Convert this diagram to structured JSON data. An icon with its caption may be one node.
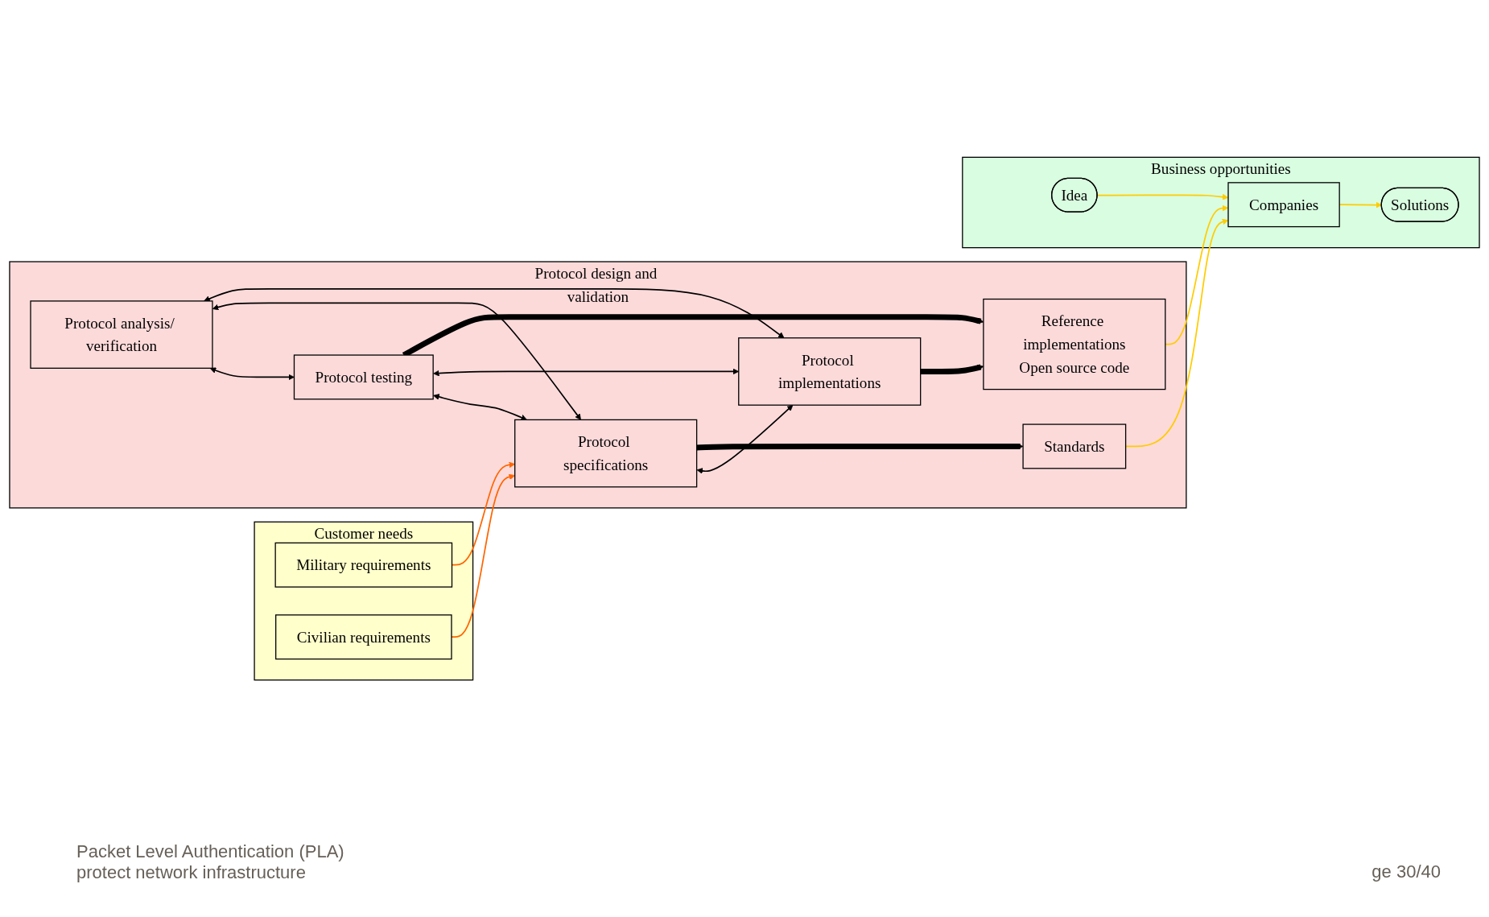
{
  "diagram": {
    "nodes": [
      {
        "text": [
          "Customer needs"
        ]
      },
      {
        "text": [
          "Military requirements"
        ],
        "in": 0
      },
      {
        "text": [
          "Civilian requirements"
        ],
        "in": 0
      },
      {
        "text": [
          "Protocol design and validation"
        ]
      },
      {
        "text": [
          "Protocol analysis/ verification"
        ],
        "in": 3
      },
      {
        "text": [
          "Protocol testing"
        ],
        "in": 3
      },
      {
        "text": [
          "Protocol specifications"
        ],
        "in": 3
      },
      {
        "text": [
          "Protocol implementations"
        ],
        "in": 3
      },
      {
        "text": [
          "Reference implementations",
          "Open source code"
        ],
        "in": 3
      },
      {
        "text": [
          "Standards"
        ],
        "in": 3
      },
      {
        "text": [
          "Business opportunities"
        ]
      },
      {
        "text": [
          "Idea"
        ],
        "in": 10
      },
      {
        "text": [
          "Companies"
        ],
        "in": 10
      },
      {
        "text": [
          "Solutions"
        ],
        "in": 10
      }
    ],
    "edges": [
      {
        "from": 1,
        "to": 6,
        "arrow": "to",
        "color": "#ff6600"
      },
      {
        "from": 2,
        "to": 6,
        "arrow": "to",
        "color": "#ff6600"
      },
      {
        "from": 4,
        "to": 5,
        "arrow": "both"
      },
      {
        "from": 4,
        "to": 6,
        "arrow": "both"
      },
      {
        "from": 5,
        "to": 6,
        "arrow": "both"
      },
      {
        "from": 4,
        "to": 7,
        "arrow": "both"
      },
      {
        "from": 5,
        "to": 7,
        "arrow": "both"
      },
      {
        "from": 6,
        "to": 7,
        "arrow": "both"
      },
      {
        "from": 5,
        "to": 8,
        "arrow": "to",
        "style": "thick"
      },
      {
        "from": 7,
        "to": 8,
        "arrow": "to",
        "style": "thick"
      },
      {
        "from": 6,
        "to": 9,
        "arrow": "to",
        "style": "thick"
      },
      {
        "from": 8,
        "to": 12,
        "arrow": "to",
        "color": "#ffcc00"
      },
      {
        "from": 9,
        "to": 12,
        "arrow": "to",
        "color": "#ffcc00"
      },
      {
        "from": 11,
        "to": 12,
        "arrow": "to",
        "color": "#ffcc00"
      },
      {
        "from": 12,
        "to": 13,
        "arrow": "to",
        "color": "#ffcc00"
      }
    ],
    "labels": [
      "Packet Level Authentication (PLA)",
      "protect network infrastructure",
      "ge 30/40"
    ]
  }
}
